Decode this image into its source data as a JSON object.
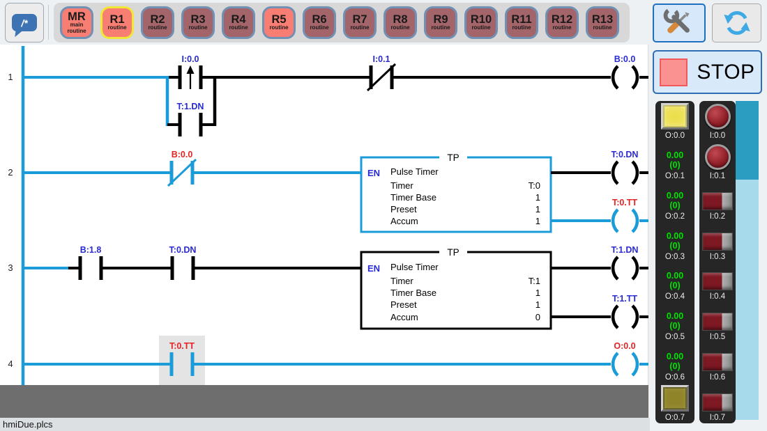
{
  "toolbar": {
    "comment_glyph": "/*",
    "routines": [
      {
        "label": "MR",
        "sub": "main routine",
        "color": "red",
        "selected": false
      },
      {
        "label": "R1",
        "sub": "routine",
        "color": "red",
        "selected": true
      },
      {
        "label": "R2",
        "sub": "routine",
        "color": "mauve",
        "selected": false
      },
      {
        "label": "R3",
        "sub": "routine",
        "color": "mauve",
        "selected": false
      },
      {
        "label": "R4",
        "sub": "routine",
        "color": "mauve",
        "selected": false
      },
      {
        "label": "R5",
        "sub": "routine",
        "color": "red",
        "selected": false
      },
      {
        "label": "R6",
        "sub": "routine",
        "color": "mauve",
        "selected": false
      },
      {
        "label": "R7",
        "sub": "routine",
        "color": "mauve",
        "selected": false
      },
      {
        "label": "R8",
        "sub": "routine",
        "color": "mauve",
        "selected": false
      },
      {
        "label": "R9",
        "sub": "routine",
        "color": "mauve",
        "selected": false
      },
      {
        "label": "R10",
        "sub": "routine",
        "color": "mauve",
        "selected": false
      },
      {
        "label": "R11",
        "sub": "routine",
        "color": "mauve",
        "selected": false
      },
      {
        "label": "R12",
        "sub": "routine",
        "color": "mauve",
        "selected": false
      },
      {
        "label": "R13",
        "sub": "routine",
        "color": "mauve",
        "selected": false
      }
    ]
  },
  "controls": {
    "stop_label": "STOP"
  },
  "statusbar": {
    "file_name": "hmiDue.plcs"
  },
  "ladder": {
    "rungs": {
      "r1": {
        "num": "1",
        "osr_contact": "I:0.0",
        "parallel_contact": "T:1.DN",
        "nc_contact": "I:0.1",
        "coil": "B:0.0"
      },
      "r2": {
        "num": "2",
        "nc_contact": "B:0.0",
        "coil_top": "T:0.DN",
        "coil_bottom": "T:0.TT",
        "block": {
          "type": "TP",
          "name": "Pulse Timer",
          "en": "EN",
          "rows": [
            {
              "n": "Timer",
              "v": "T:0"
            },
            {
              "n": "Timer Base",
              "v": "1"
            },
            {
              "n": "Preset",
              "v": "1"
            },
            {
              "n": "Accum",
              "v": "1"
            }
          ]
        }
      },
      "r3": {
        "num": "3",
        "contact1": "B:1.8",
        "contact2": "T:0.DN",
        "coil_top": "T:1.DN",
        "coil_bottom": "T:1.TT",
        "block": {
          "type": "TP",
          "name": "Pulse Timer",
          "en": "EN",
          "rows": [
            {
              "n": "Timer",
              "v": "T:1"
            },
            {
              "n": "Timer Base",
              "v": "1"
            },
            {
              "n": "Preset",
              "v": "1"
            },
            {
              "n": "Accum",
              "v": "0"
            }
          ]
        }
      },
      "r4": {
        "num": "4",
        "contact": "T:0.TT",
        "coil": "O:0.0"
      }
    }
  },
  "io_panel": {
    "outputs": [
      {
        "label": "O:0.0",
        "type": "pushbutton",
        "state": "on"
      },
      {
        "label": "O:0.1",
        "value": "0.00",
        "count": "(0)"
      },
      {
        "label": "O:0.2",
        "value": "0.00",
        "count": "(0)"
      },
      {
        "label": "O:0.3",
        "value": "0.00",
        "count": "(0)"
      },
      {
        "label": "O:0.4",
        "value": "0.00",
        "count": "(0)"
      },
      {
        "label": "O:0.5",
        "value": "0.00",
        "count": "(0)"
      },
      {
        "label": "O:0.6",
        "value": "0.00",
        "count": "(0)"
      },
      {
        "label": "O:0.7",
        "type": "pushbutton",
        "state": "off"
      }
    ],
    "inputs": [
      {
        "label": "I:0.0",
        "type": "round-button"
      },
      {
        "label": "I:0.1",
        "type": "round-button"
      },
      {
        "label": "I:0.2",
        "type": "rocker-switch"
      },
      {
        "label": "I:0.3",
        "type": "rocker-switch"
      },
      {
        "label": "I:0.4",
        "type": "rocker-switch"
      },
      {
        "label": "I:0.5",
        "type": "rocker-switch"
      },
      {
        "label": "I:0.6",
        "type": "rocker-switch"
      },
      {
        "label": "I:0.7",
        "type": "rocker-switch"
      }
    ]
  },
  "colors": {
    "wire_energized": "#1b9cd8",
    "wire_off": "#000000",
    "address_label": "#2a2ad4",
    "active_label": "#e62222",
    "routine_red": "#f87d72",
    "routine_mauve": "#a36569",
    "selected_border": "#f0e838",
    "value_green": "#00e400",
    "scroll_thumb": "#2b9dc0",
    "scroll_track": "#a7dbec"
  }
}
